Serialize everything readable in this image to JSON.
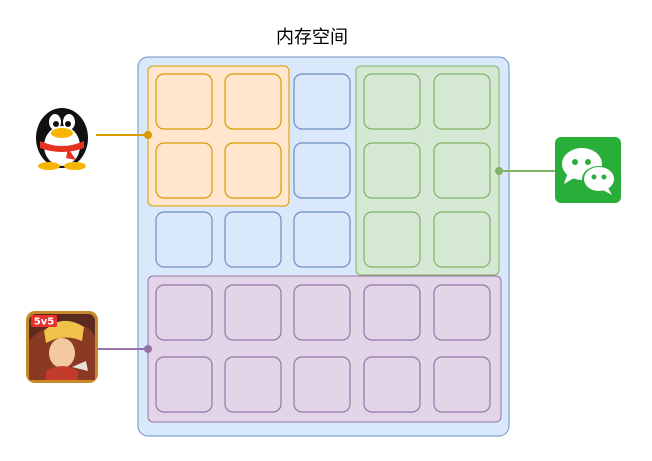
{
  "diagram": {
    "title": "内存空间",
    "colors": {
      "memory_fill": "#dae8fc",
      "memory_stroke": "#6c8ebf",
      "qq_fill": "#ffe6cc",
      "qq_stroke": "#d79b00",
      "wechat_fill": "#d5e8d4",
      "wechat_stroke": "#82b366",
      "game_fill": "#e1d5e7",
      "game_stroke": "#9673a6"
    },
    "grid": {
      "rows": 5,
      "cols": 5
    },
    "regions": [
      {
        "id": "qq",
        "app": "QQ",
        "icon": "penguin-icon",
        "rows": [
          0,
          1
        ],
        "cols": [
          0,
          1
        ]
      },
      {
        "id": "wechat",
        "app": "WeChat",
        "icon": "wechat-chat-bubbles-icon",
        "rows": [
          0,
          2
        ],
        "cols": [
          3,
          4
        ]
      },
      {
        "id": "game",
        "app": "王者荣耀",
        "icon": "game-hero-icon",
        "badge": "5v5",
        "rows": [
          3,
          4
        ],
        "cols": [
          0,
          4
        ]
      }
    ]
  }
}
